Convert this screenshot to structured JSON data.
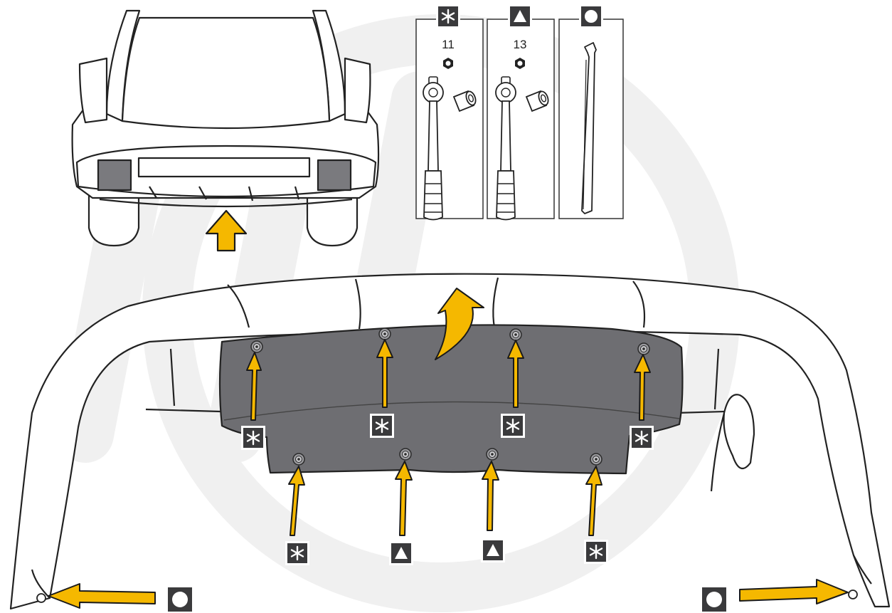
{
  "tools": [
    {
      "symbol": "asterisk",
      "size_label": "11",
      "tool": "socket-wrench"
    },
    {
      "symbol": "triangle",
      "size_label": "13",
      "tool": "socket-wrench"
    },
    {
      "symbol": "circle",
      "size_label": "",
      "tool": "trim-removal-tool"
    }
  ],
  "fasteners": {
    "upper_row": [
      "asterisk",
      "asterisk",
      "asterisk",
      "asterisk"
    ],
    "lower_row": [
      "asterisk",
      "triangle",
      "triangle",
      "asterisk"
    ],
    "side_clips": [
      "circle",
      "circle"
    ]
  },
  "colors": {
    "arrow": "#f5b800",
    "arrow_outline": "#1a1a1a",
    "cover_plate": "#6e6e72",
    "symbol_box": "#3a3a3c",
    "watermark": "#f0f0f0"
  }
}
